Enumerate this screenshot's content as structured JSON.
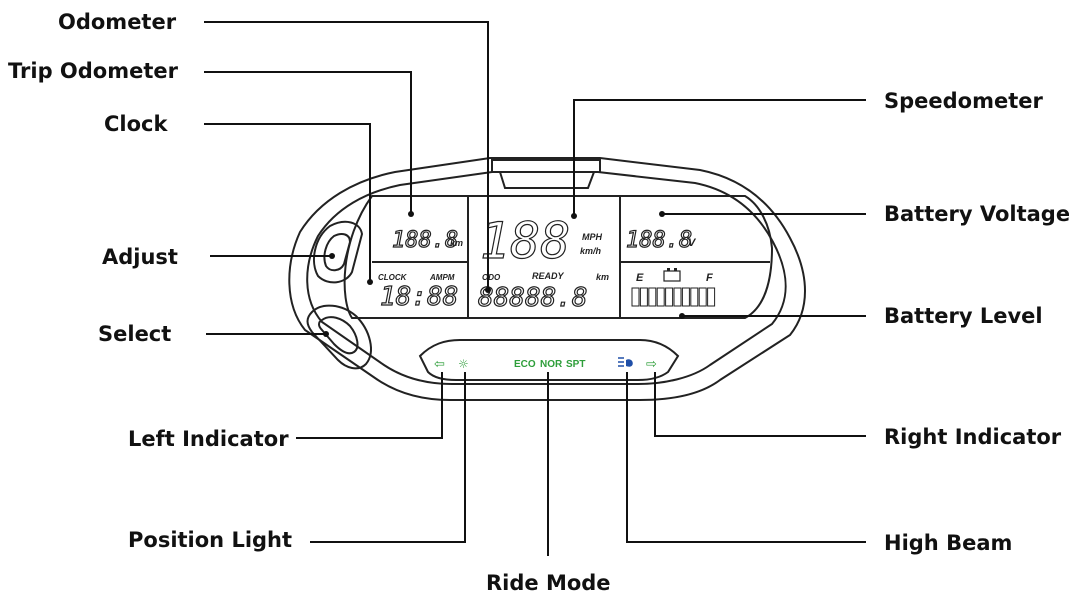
{
  "labels": {
    "odometer": "Odometer",
    "trip_odometer": "Trip Odometer",
    "clock": "Clock",
    "adjust": "Adjust",
    "select": "Select",
    "left_indicator": "Left Indicator",
    "position_light": "Position Light",
    "ride_mode": "Ride Mode",
    "speedometer": "Speedometer",
    "battery_voltage": "Battery Voltage",
    "battery_level": "Battery Level",
    "right_indicator": "Right Indicator",
    "high_beam": "High Beam"
  },
  "display": {
    "trip_value": "188.8",
    "trip_unit": "km",
    "clock_label": "CLOCK",
    "ampm_label": "AMPM",
    "clock_value": "18:88",
    "speed_value": "188",
    "speed_unit_top": "MPH",
    "speed_unit_bottom": "km/h",
    "odo_label": "ODO",
    "ready_label": "READY",
    "odo_unit": "km",
    "odo_value": "88888.8",
    "voltage_value": "188.8",
    "voltage_unit": "V",
    "battery_empty": "E",
    "battery_full": "F",
    "battery_segments": 10
  },
  "ride_modes": [
    "ECO",
    "NOR",
    "SPT"
  ],
  "colors": {
    "indicator_green": "#2e9e3a",
    "high_beam_blue": "#1f4fa8",
    "outline": "#222222"
  }
}
